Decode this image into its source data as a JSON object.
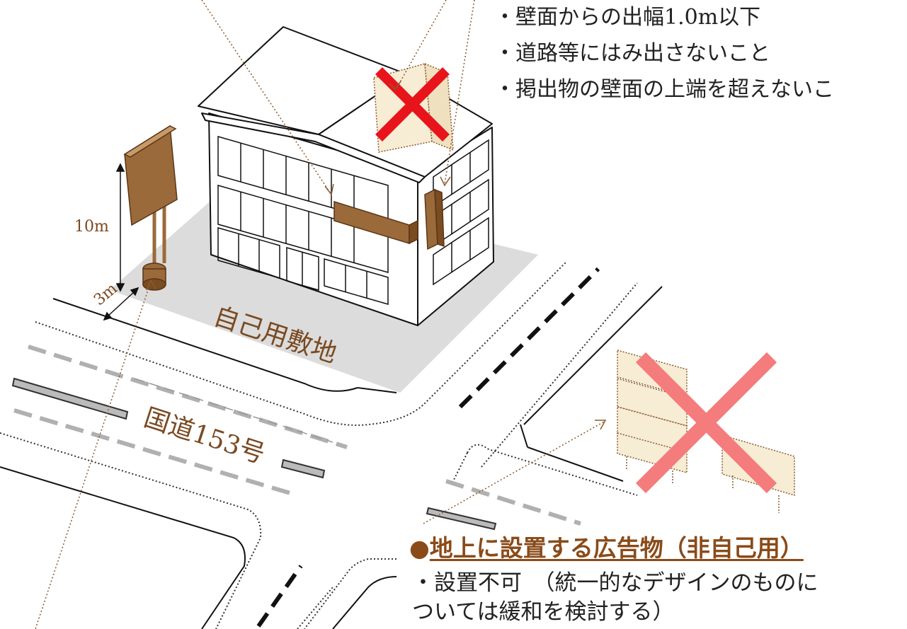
{
  "wall_sign_rules": {
    "items": [
      "・壁面からの出幅1.0m以下",
      "・道路等にはみ出さないこと",
      "・掲出物の壁面の上端を超えないこ"
    ]
  },
  "ground_sign": {
    "heading_bullet": "●",
    "heading": "地上に設置する広告物（非自己用）",
    "lines": [
      "・設置不可　（統一的なデザインのものに",
      "ついては緩和を検討する）"
    ]
  },
  "labels": {
    "site": "自己用敷地",
    "road": "国道153号",
    "height": "10m",
    "setback": "3m"
  },
  "colors": {
    "sign_brown": "#9b6a3a",
    "prohibit_red": "#e8141c",
    "prohibit_pink": "#f47c7c",
    "ghost_fill": "#f7ecd4",
    "lot_gray": "#dcdcdc"
  }
}
